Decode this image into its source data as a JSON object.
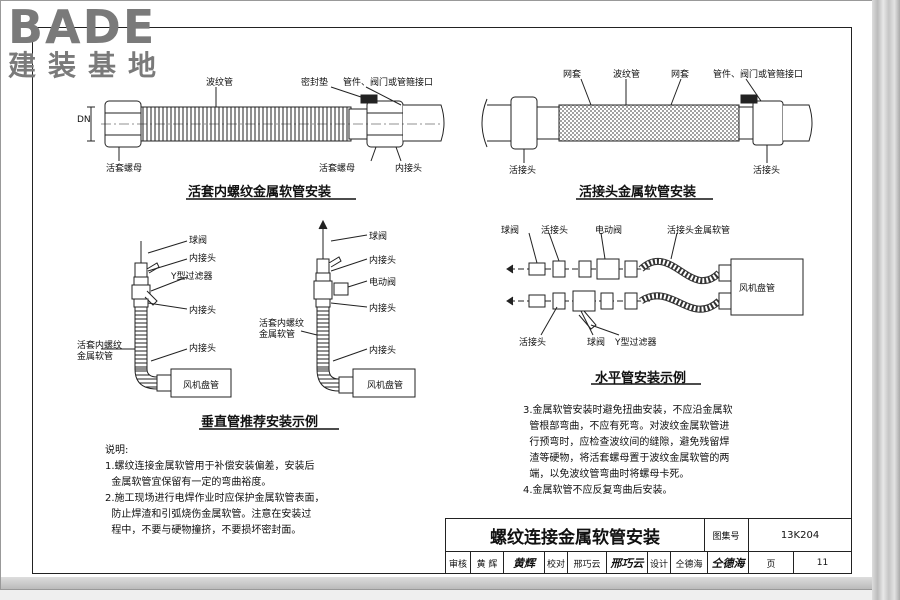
{
  "logo": {
    "brand": "BADE",
    "subtitle": "建装基地"
  },
  "top_left": {
    "title": "活套内螺纹金属软管安装",
    "labels": {
      "corrugated": "波纹管",
      "seal": "密封垫",
      "fitting": "管件、阀门或管箍接口",
      "dn": "DN",
      "nut": "活套螺母",
      "nut2": "活套螺母",
      "inner": "内接头"
    }
  },
  "top_right": {
    "title": "活接头金属软管安装",
    "labels": {
      "mesh": "网套",
      "corrugated": "波纹管",
      "mesh2": "网套",
      "fitting": "管件、阀门或管箍接口",
      "union": "活接头",
      "union2": "活接头"
    }
  },
  "vertical": {
    "title": "垂直管推荐安装示例",
    "left": {
      "ball_valve": "球阀",
      "inner1": "内接头",
      "y_filter": "Y型过滤器",
      "inner2": "内接头",
      "hose": "活套内螺纹\n金属软管",
      "inner3": "内接头",
      "coil": "风机盘管"
    },
    "right": {
      "ball_valve": "球阀",
      "inner1": "内接头",
      "motor_valve": "电动阀",
      "inner2": "内接头",
      "hose": "活套内螺纹\n金属软管",
      "inner3": "内接头",
      "coil": "风机盘管"
    }
  },
  "horizontal": {
    "title": "水平管安装示例",
    "labels": {
      "ball_valve": "球阀",
      "union": "活接头",
      "motor_valve": "电动阀",
      "hose": "活接头金属软管",
      "coil": "风机盘管",
      "union2": "活接头",
      "ball_valve2": "球阀",
      "y_filter": "Y型过滤器"
    }
  },
  "notes_left": {
    "heading": "说明:",
    "items": [
      "1.螺纹连接金属软管用于补偿安装偏差，安装后",
      "  金属软管宜保留有一定的弯曲裕度。",
      "2.施工现场进行电焊作业时应保护金属软管表面，",
      "  防止焊渣和引弧烧伤金属软管。注意在安装过",
      "  程中，不要与硬物撞挤，不要损坏密封面。"
    ]
  },
  "notes_right": {
    "items": [
      "3.金属软管安装时避免扭曲安装，不应沿金属软",
      "  管根部弯曲，不应有死弯。对波纹金属软管进",
      "  行预弯时，应检查波纹间的缝隙，避免残留焊",
      "  渣等硬物，将活套螺母置于波纹金属软管的两",
      "  端，以免波纹管弯曲时将螺母卡死。",
      "4.金属软管不应反复弯曲后安装。"
    ]
  },
  "title_block": {
    "title": "螺纹连接金属软管安装",
    "atlas_label": "图集号",
    "atlas_no": "13K204",
    "review": "审核",
    "reviewer": "黄 辉",
    "reviewer_sig": "黄辉",
    "check": "校对",
    "checker": "邢巧云",
    "checker_sig": "邢巧云",
    "design": "设计",
    "designer": "仝德海",
    "designer_sig": "仝德海",
    "page_label": "页",
    "page_no": "11"
  }
}
